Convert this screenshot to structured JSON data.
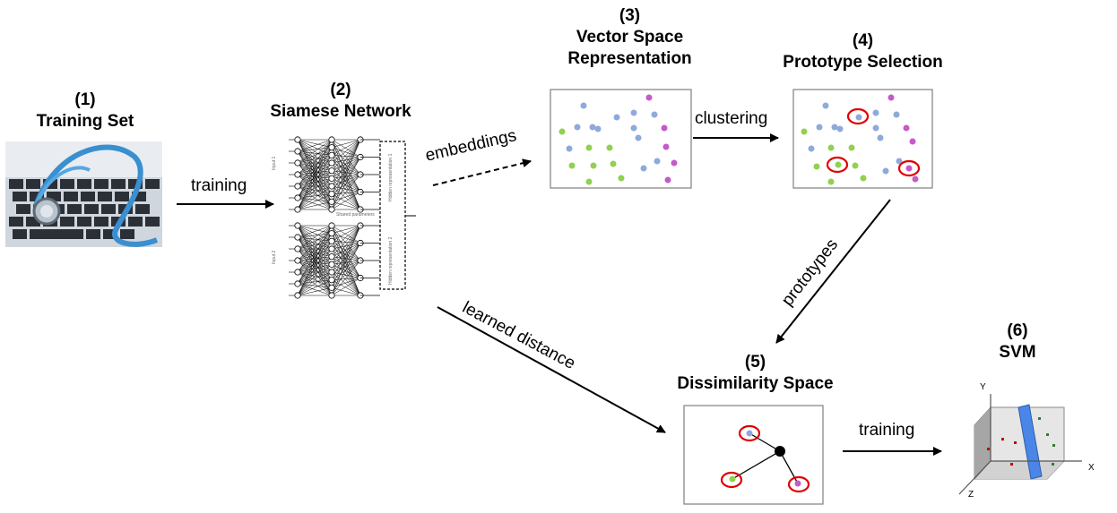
{
  "nodes": {
    "training_set": {
      "num": "(1)",
      "title": "Training Set"
    },
    "siamese": {
      "num": "(2)",
      "title": "Siamese Network",
      "inner_labels": [
        "Input 1",
        "Input 2",
        "Shared parameters",
        "Hidden representation 1",
        "Hidden representation 2"
      ]
    },
    "vector_space": {
      "num": "(3)",
      "title_line1": "Vector Space",
      "title_line2": "Representation"
    },
    "prototype": {
      "num": "(4)",
      "title": "Prototype Selection"
    },
    "dissimilarity": {
      "num": "(5)",
      "title": "Dissimilarity Space"
    },
    "svm": {
      "num": "(6)",
      "title": "SVM",
      "axis_x": "X",
      "axis_y": "Y",
      "axis_z": "Z"
    }
  },
  "edges": {
    "training1": "training",
    "embeddings": "embeddings",
    "clustering": "clustering",
    "prototypes": "prototypes",
    "learned_distance": "learned distance",
    "training2": "training"
  },
  "colors": {
    "blue": "#8eaadb",
    "green": "#92d050",
    "purple": "#c55ac9",
    "red": "#e00000",
    "svm_plane": "#4a86e8"
  }
}
